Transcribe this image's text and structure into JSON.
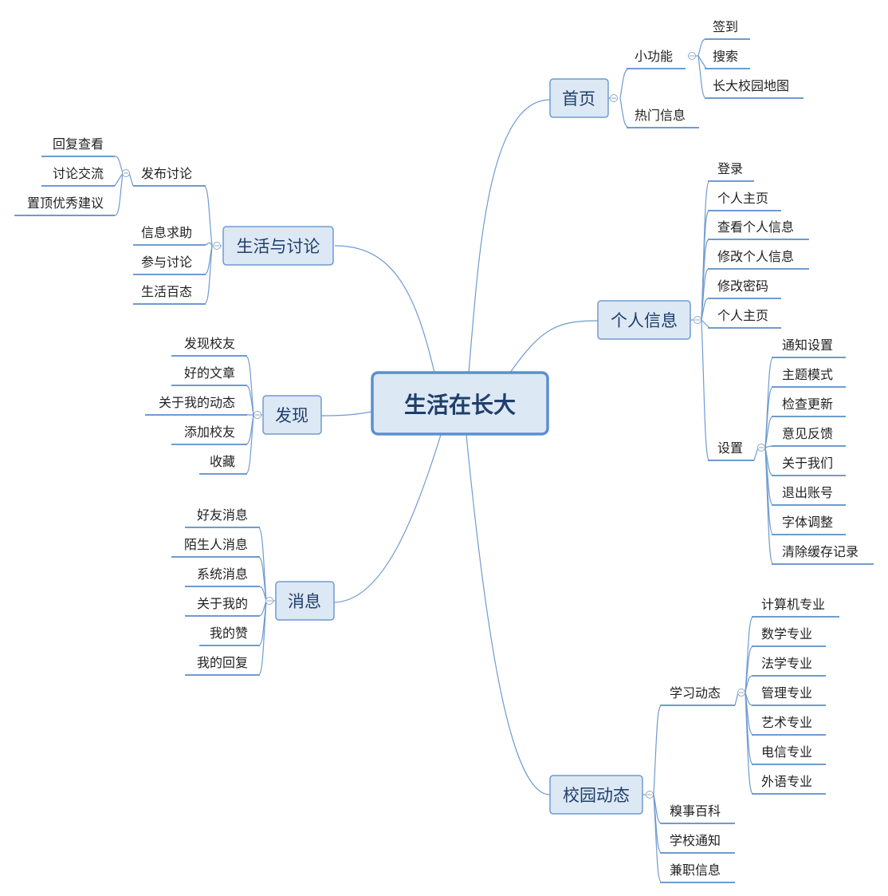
{
  "root": {
    "label": "生活在长大"
  },
  "branches": {
    "home": {
      "label": "首页",
      "children": {
        "small": {
          "label": "小功能",
          "items": [
            "签到",
            "搜索",
            "长大校园地图"
          ]
        },
        "hot": {
          "label": "热门信息"
        }
      }
    },
    "life": {
      "label": "生活与讨论",
      "children": {
        "post": {
          "label": "发布讨论",
          "items": [
            "回复查看",
            "讨论交流",
            "置顶优秀建议"
          ]
        },
        "help": {
          "label": "信息求助"
        },
        "join": {
          "label": "参与讨论"
        },
        "daily": {
          "label": "生活百态"
        }
      }
    },
    "profile": {
      "label": "个人信息",
      "children": {
        "login": {
          "label": "登录"
        },
        "homepage": {
          "label": "个人主页"
        },
        "view": {
          "label": "查看个人信息"
        },
        "edit": {
          "label": "修改个人信息"
        },
        "password": {
          "label": "修改密码"
        },
        "homepage2": {
          "label": "个人主页"
        },
        "settings": {
          "label": "设置",
          "items": [
            "通知设置",
            "主题模式",
            "检查更新",
            "意见反馈",
            "关于我们",
            "退出账号",
            "字体调整",
            "清除缓存记录"
          ]
        }
      }
    },
    "discover": {
      "label": "发现",
      "items": [
        "发现校友",
        "好的文章",
        "关于我的动态",
        "添加校友",
        "收藏"
      ]
    },
    "message": {
      "label": "消息",
      "items": [
        "好友消息",
        "陌生人消息",
        "系统消息",
        "关于我的",
        "我的赞",
        "我的回复"
      ]
    },
    "campus": {
      "label": "校园动态",
      "children": {
        "study": {
          "label": "学习动态",
          "items": [
            "计算机专业",
            "数学专业",
            "法学专业",
            "管理专业",
            "艺术专业",
            "电信专业",
            "外语专业"
          ]
        },
        "fun": {
          "label": "糗事百科"
        },
        "notice": {
          "label": "学校通知"
        },
        "job": {
          "label": "兼职信息"
        }
      }
    }
  }
}
